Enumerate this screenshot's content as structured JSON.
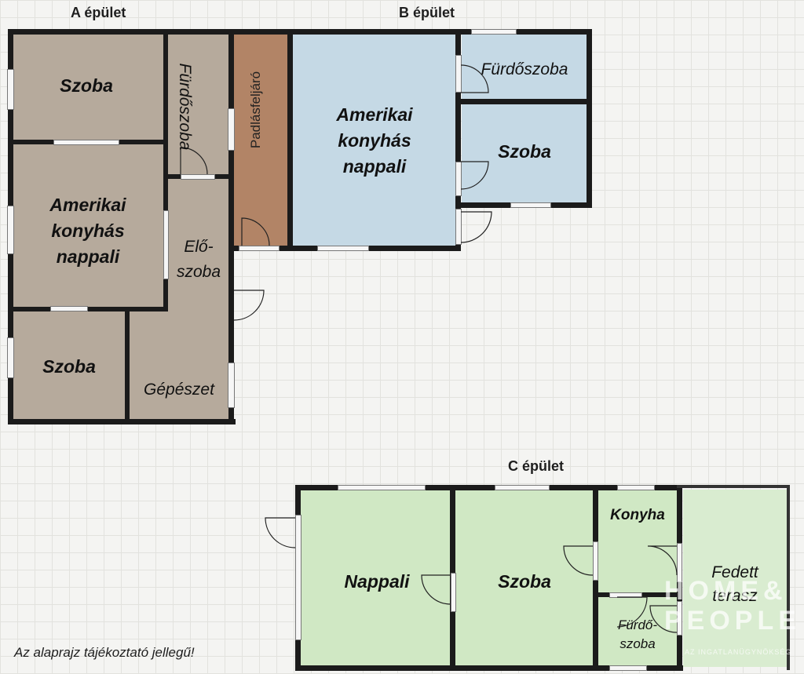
{
  "buildings": {
    "a": {
      "title": "A épület",
      "rooms": {
        "szoba_top": "Szoba",
        "furdoszoba": "Fürdőszoba",
        "padlasfeljaro": "Padlásfeljáró",
        "nappali_l1": "Amerikai",
        "nappali_l2": "konyhás",
        "nappali_l3": "nappali",
        "eloszoba_l1": "Elő-",
        "eloszoba_l2": "szoba",
        "szoba_bottom": "Szoba",
        "gepeszet": "Gépészet"
      }
    },
    "b": {
      "title": "B épület",
      "rooms": {
        "nappali_l1": "Amerikai",
        "nappali_l2": "konyhás",
        "nappali_l3": "nappali",
        "furdoszoba": "Fürdőszoba",
        "szoba": "Szoba"
      }
    },
    "c": {
      "title": "C épület",
      "rooms": {
        "nappali": "Nappali",
        "szoba": "Szoba",
        "konyha": "Konyha",
        "furdo_l1": "Fürdő-",
        "furdo_l2": "szoba",
        "terasz_l1": "Fedett",
        "terasz_l2": "terasz"
      }
    }
  },
  "note": "Az alaprajz tájékoztató jellegű!",
  "watermark": {
    "line1": "HOME&",
    "line2": "PEOPLE",
    "tagline": "AZ INGATLANÜGYNÖKSÉG"
  },
  "colors": {
    "building_a": "#b6aa9c",
    "stair": "#b28466",
    "building_b": "#c5d9e5",
    "building_c": "#d0e8c4",
    "wall": "#1b1b1b"
  }
}
